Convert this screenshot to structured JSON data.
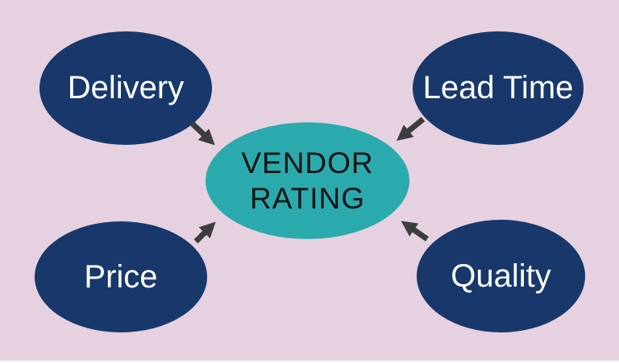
{
  "diagram": {
    "center": {
      "label": "VENDOR RATING",
      "lines": [
        "VENDOR",
        "RATING"
      ]
    },
    "nodes": [
      {
        "id": "delivery",
        "label": "Delivery",
        "position": "top-left"
      },
      {
        "id": "lead-time",
        "label": "Lead Time",
        "position": "top-right"
      },
      {
        "id": "price",
        "label": "Price",
        "position": "bottom-left"
      },
      {
        "id": "quality",
        "label": "Quality",
        "position": "bottom-right"
      }
    ],
    "connections": [
      {
        "from": "Delivery",
        "to": "VENDOR RATING"
      },
      {
        "from": "Lead Time",
        "to": "VENDOR RATING"
      },
      {
        "from": "Price",
        "to": "VENDOR RATING"
      },
      {
        "from": "Quality",
        "to": "VENDOR RATING"
      }
    ],
    "colors": {
      "background": "#e5d1df",
      "node_fill": "#18386b",
      "node_text": "#ffffff",
      "center_fill": "#2baaad",
      "center_text": "#141414",
      "arrow": "#3d3d3d"
    }
  }
}
